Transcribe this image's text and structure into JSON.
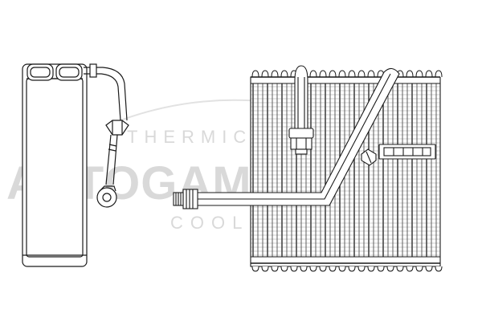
{
  "watermark": {
    "line1": "THERMIC",
    "line2": "AUTOGAMMA",
    "line3": "COOLING",
    "color": "#d9d9d9"
  },
  "drawing": {
    "subject": "evaporator",
    "views": [
      "side-view",
      "front-view"
    ],
    "line_color": "#1a1a1a"
  }
}
